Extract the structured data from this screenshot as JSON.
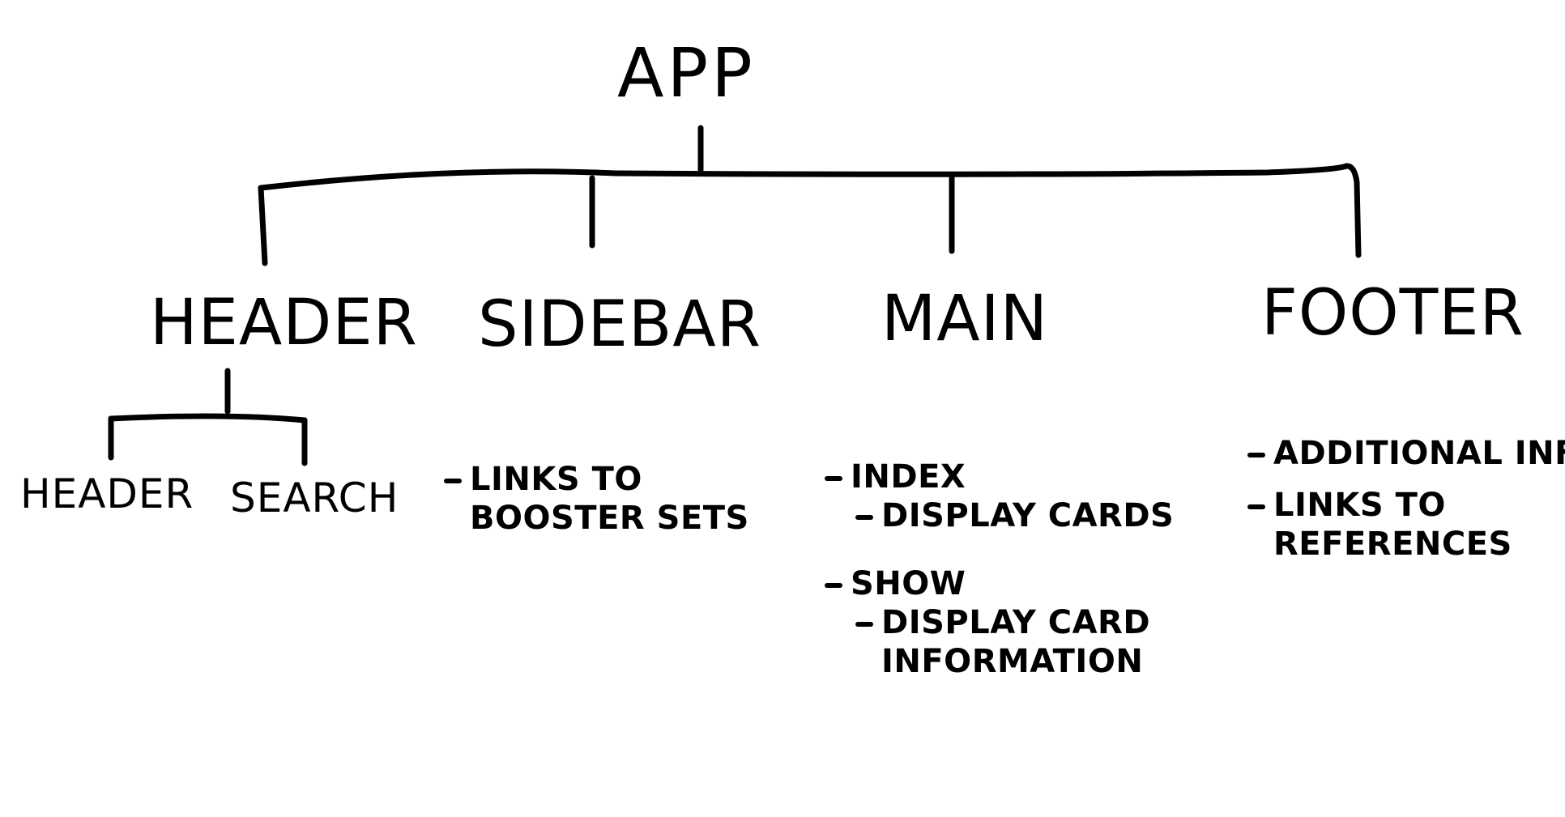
{
  "root": {
    "label": "APP"
  },
  "sections": {
    "header": {
      "label": "HEADER",
      "children": [
        {
          "label": "HEADER"
        },
        {
          "label": "SEARCH"
        }
      ]
    },
    "sidebar": {
      "label": "SIDEBAR",
      "notes": [
        {
          "line1": "LINKS TO",
          "line2": "BOOSTER SETS"
        }
      ]
    },
    "main": {
      "label": "MAIN",
      "notes": [
        {
          "label": "INDEX",
          "subs": [
            {
              "line1": "DISPLAY CARDS"
            }
          ]
        },
        {
          "label": "SHOW",
          "subs": [
            {
              "line1": "DISPLAY CARD",
              "line2": "INFORMATION"
            }
          ]
        }
      ]
    },
    "footer": {
      "label": "FOOTER",
      "notes": [
        {
          "line1": "ADDITIONAL INFO"
        },
        {
          "line1": "LINKS TO",
          "line2": "REFERENCES"
        }
      ]
    }
  }
}
